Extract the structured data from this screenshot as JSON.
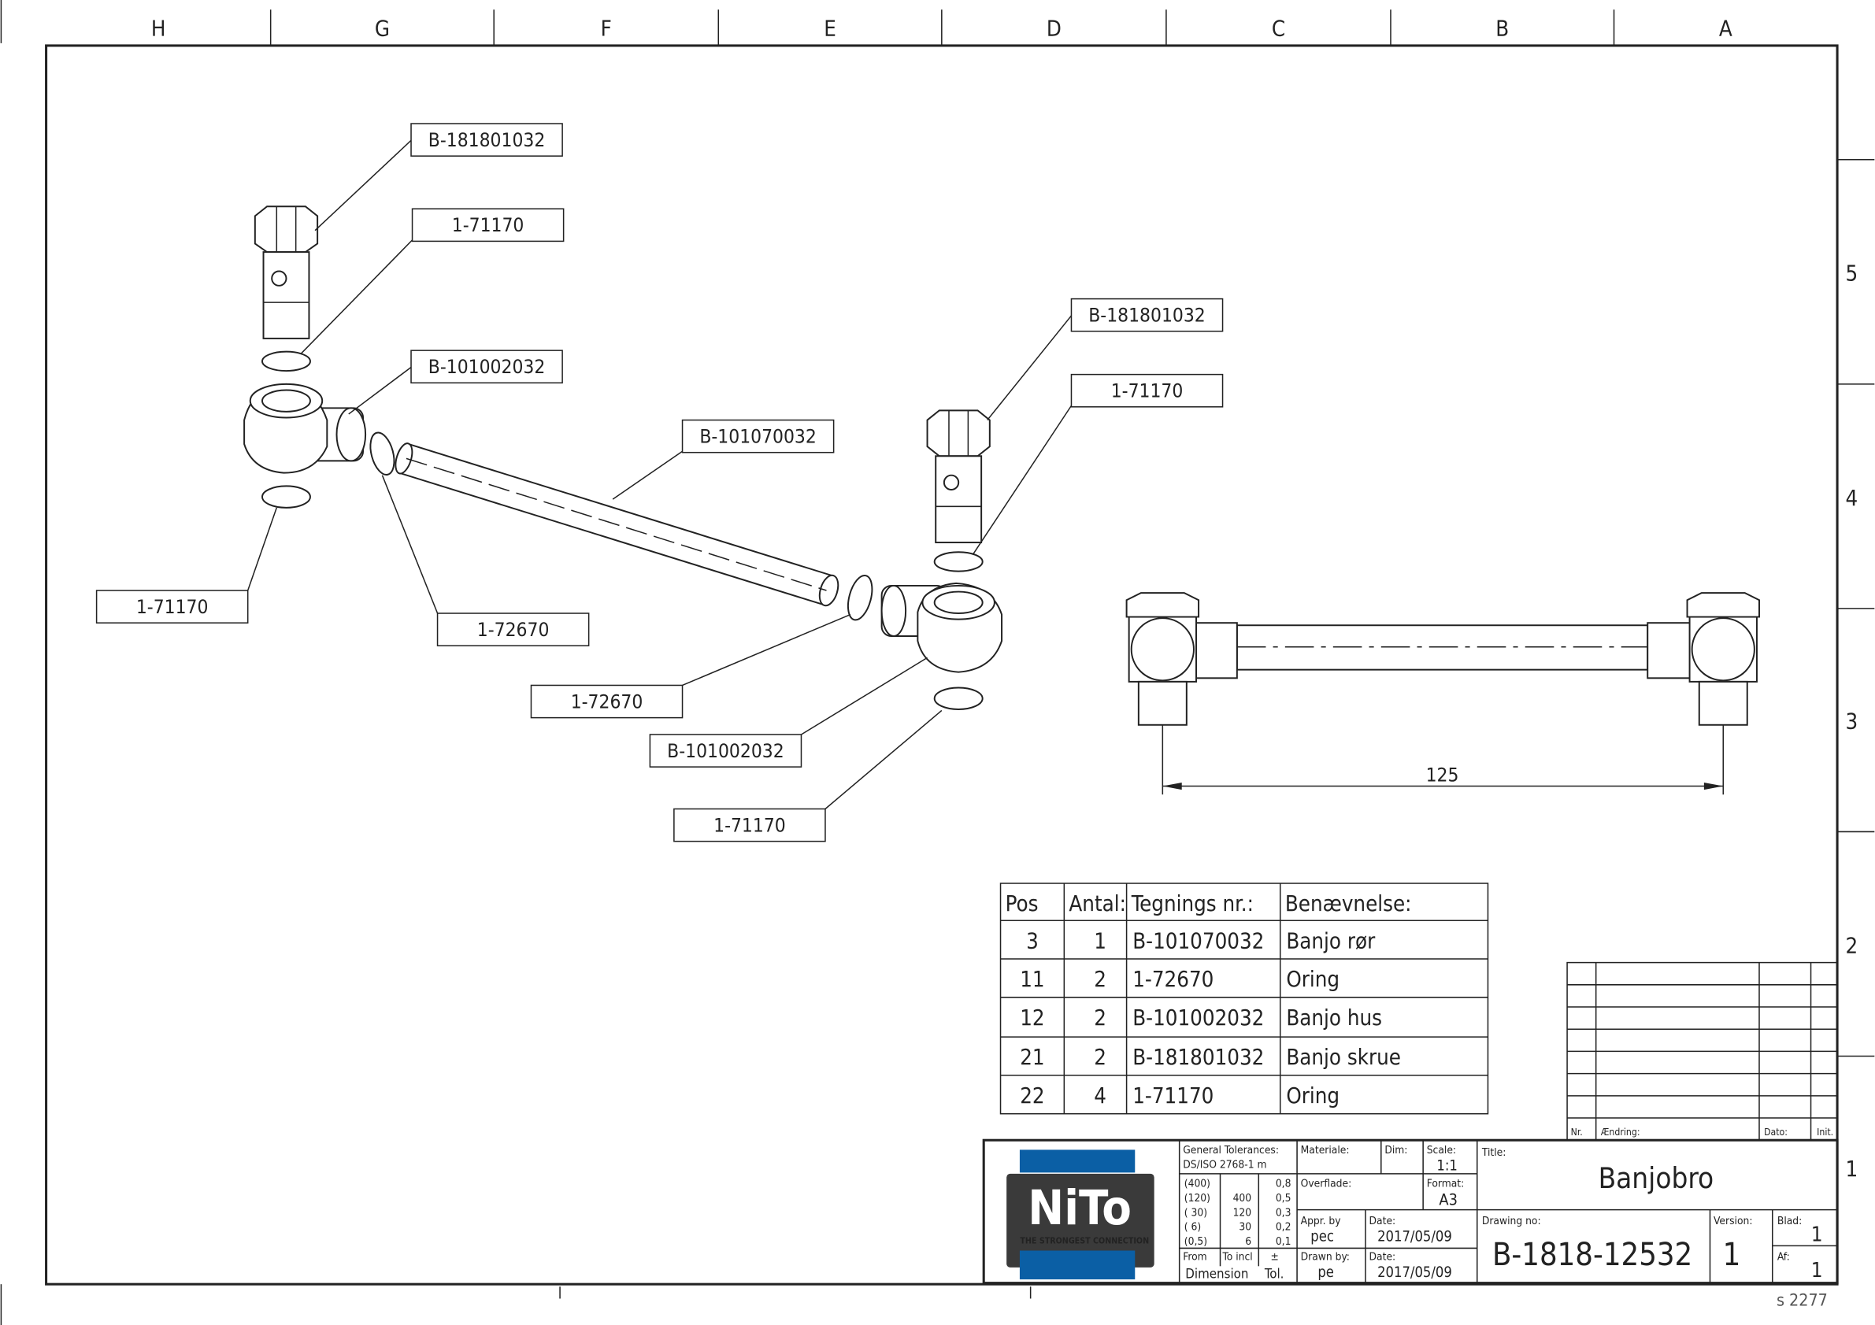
{
  "zones": {
    "columns": [
      "H",
      "G",
      "F",
      "E",
      "D",
      "C",
      "B",
      "A"
    ],
    "rows": [
      "5",
      "4",
      "3",
      "2",
      "1"
    ]
  },
  "callouts": [
    "B-181801032",
    "1-71170",
    "B-101002032",
    "B-101070032",
    "1-71170",
    "1-72670",
    "B-181801032",
    "1-71170",
    "1-72670",
    "B-101002032",
    "1-71170"
  ],
  "dimension": "125",
  "bom": {
    "headers": [
      "Pos",
      "Antal:",
      "Tegnings nr.:",
      "Benævnelse:"
    ],
    "rows": [
      [
        "3",
        "1",
        "B-101070032",
        "Banjo rør"
      ],
      [
        "11",
        "2",
        "1-72670",
        "Oring"
      ],
      [
        "12",
        "2",
        "B-101002032",
        "Banjo hus"
      ],
      [
        "21",
        "2",
        "B-181801032",
        "Banjo skrue"
      ],
      [
        "22",
        "4",
        "1-71170",
        "Oring"
      ]
    ]
  },
  "revisions": {
    "headers": [
      "Nr.",
      "Ændring:",
      "Dato:",
      "Init."
    ]
  },
  "title_block": {
    "logo_text": "NiTo",
    "logo_tagline": "THE STRONGEST CONNECTION",
    "tolerances_label": "General Tolerances:",
    "tolerances_std": "DS/ISO 2768-1 m",
    "tol_rows": [
      [
        "(400)",
        "",
        "0,8"
      ],
      [
        "(120)",
        "400",
        "0,5"
      ],
      [
        "( 30)",
        "120",
        "0,3"
      ],
      [
        "(  6)",
        "30",
        "0,2"
      ],
      [
        "(0,5)",
        "6",
        "0,1"
      ]
    ],
    "from_label": "From",
    "to_label": "To incl",
    "pm_label": "±",
    "dimension_label": "Dimension",
    "tol_label": "Tol.",
    "materiale_label": "Materiale:",
    "dim_label": "Dim:",
    "scale_label": "Scale:",
    "scale": "1:1",
    "overflade_label": "Overflade:",
    "format_label": "Format:",
    "format": "A3",
    "appr_label": "Appr. by",
    "appr": "pec",
    "date_label": "Date:",
    "appr_date": "2017/05/09",
    "drawn_label": "Drawn by:",
    "drawn": "pe",
    "drawn_date": "2017/05/09",
    "title_label": "Title:",
    "title": "Banjobro",
    "drawing_no_label": "Drawing no:",
    "drawing_no": "B-1818-12532",
    "version_label": "Version:",
    "version": "1",
    "blad_label": "Blad:",
    "blad": "1",
    "af_label": "Af:",
    "af": "1"
  },
  "sheet_code": "s 2277",
  "colors": {
    "logo_blue": "#0b5fa5",
    "logo_dark": "#3a3a3a"
  }
}
